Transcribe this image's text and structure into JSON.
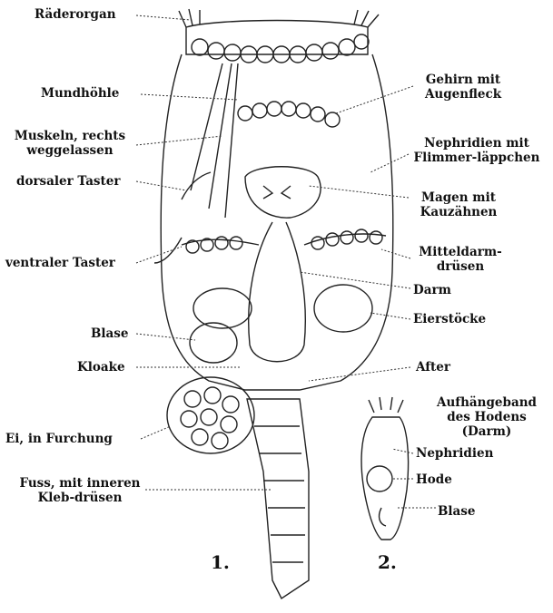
{
  "labels": {
    "raderorgan": "Räderorgan",
    "mundhohle": "Mundhöhle",
    "muskeln": "Muskeln, rechts weggelassen",
    "dorsaler_taster": "dorsaler Taster",
    "ventraler_taster": "ventraler Taster",
    "blase": "Blase",
    "kloake": "Kloake",
    "ei": "Ei, in Furchung",
    "fuss": "Fuss, mit inneren Kleb-drüsen",
    "gehirn": "Gehirn mit Augenfleck",
    "nephridien_flimmer": "Nephridien mit Flimmer-läppchen",
    "magen": "Magen mit Kauzähnen",
    "mitteldarm": "Mitteldarm-drüsen",
    "darm": "Darm",
    "eierstocke": "Eierstöcke",
    "after": "After",
    "aufhangeband": "Aufhängeband des Hodens (Darm)",
    "nephridien": "Nephridien",
    "hode": "Hode",
    "blase2": "Blase"
  },
  "figures": {
    "fig1": "1.",
    "fig2": "2."
  }
}
